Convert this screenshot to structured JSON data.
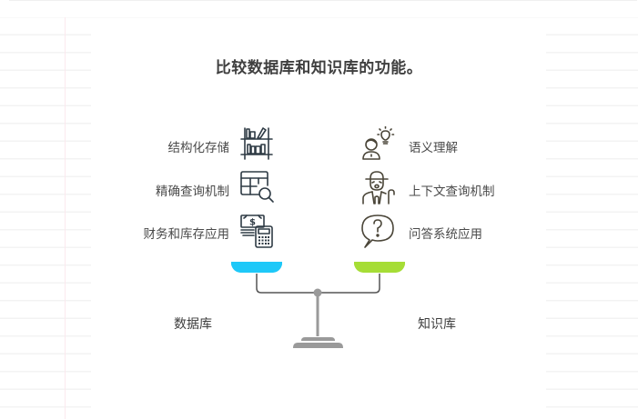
{
  "title": "比较数据库和知识库的功能。",
  "colors": {
    "database_pan": "#1ec8f8",
    "knowledge_pan": "#a6dd36",
    "scale_gray": "#9a9a9a",
    "beam_dark": "#555555",
    "icon_left": "#2f3b45",
    "icon_right": "#4a4538",
    "text": "#4a4a4a"
  },
  "left": {
    "label": "数据库",
    "features": [
      {
        "label": "结构化存储",
        "icon": "bookshelf-icon"
      },
      {
        "label": "精确查询机制",
        "icon": "table-search-icon"
      },
      {
        "label": "财务和库存应用",
        "icon": "money-calculator-icon"
      }
    ]
  },
  "right": {
    "label": "知识库",
    "features": [
      {
        "label": "语义理解",
        "icon": "person-lightbulb-icon"
      },
      {
        "label": "上下文查询机制",
        "icon": "old-man-cane-icon"
      },
      {
        "label": "问答系统应用",
        "icon": "question-bubble-icon"
      }
    ]
  }
}
